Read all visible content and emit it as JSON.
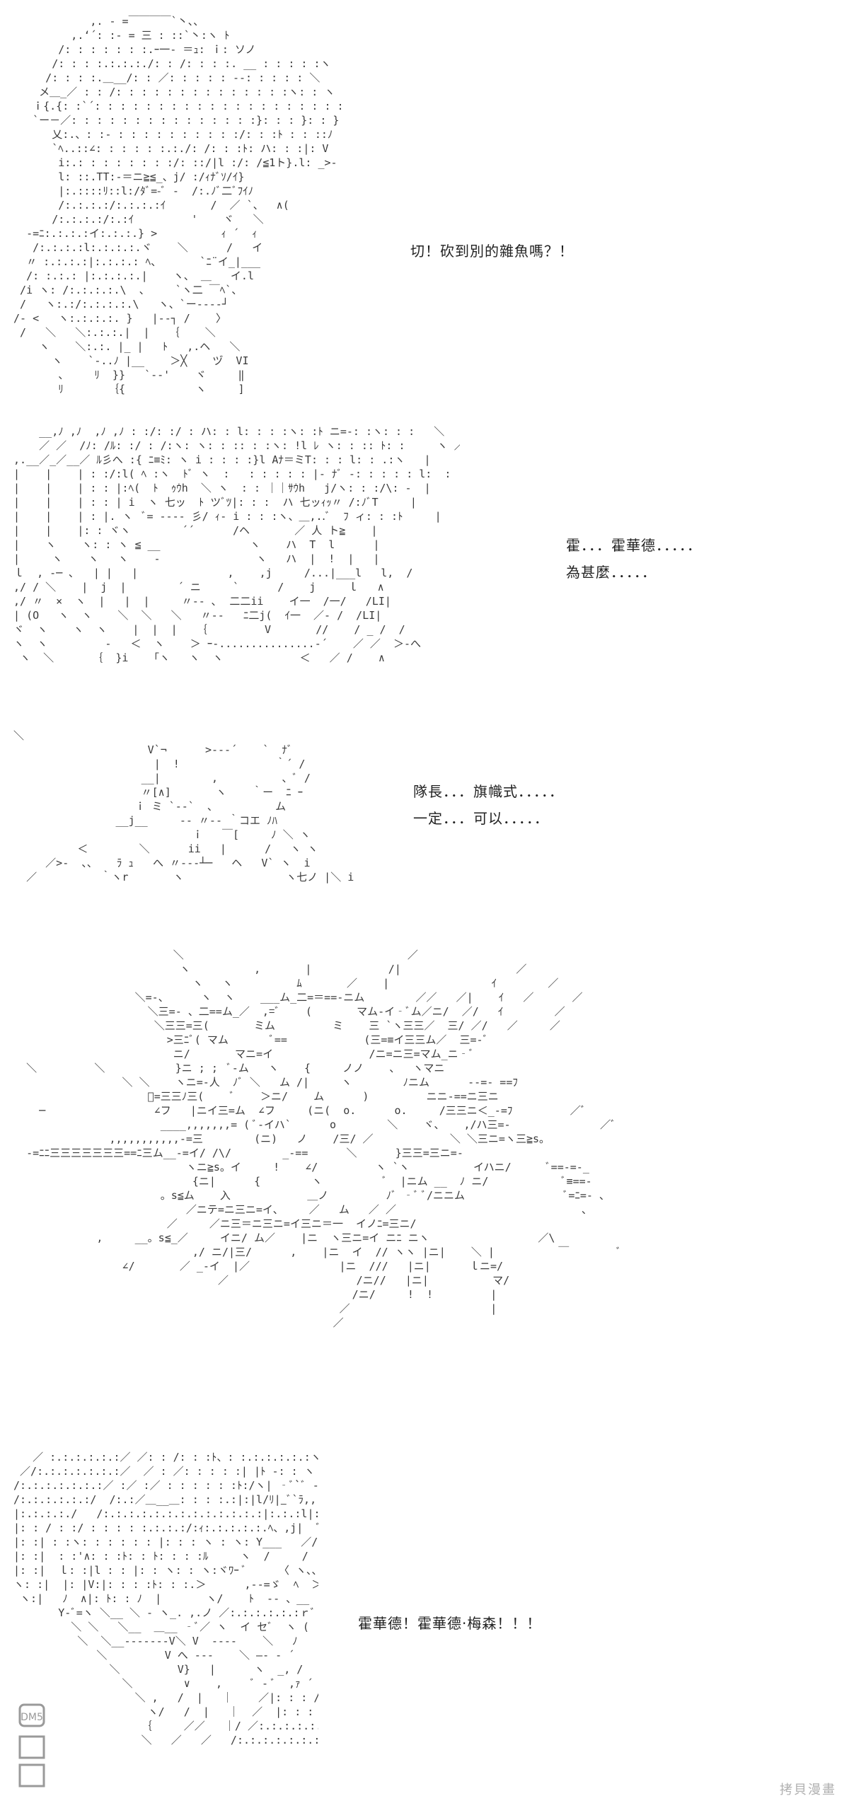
{
  "panels": [
    {
      "id": "panel-1",
      "dialogue": [
        "切！砍到別的雜魚嗎？！"
      ]
    },
    {
      "id": "panel-2",
      "dialogue": [
        "霍．．．霍華德．．．．．",
        "為甚麼．．．．．"
      ]
    },
    {
      "id": "panel-3",
      "dialogue": [
        "隊長．．．旗幟式．．．．．",
        "一定．．．可以．．．．．"
      ]
    },
    {
      "id": "panel-4",
      "dialogue": []
    },
    {
      "id": "panel-5",
      "dialogue": [
        "霍華德！霍華德·梅森！！！"
      ]
    }
  ],
  "watermarks": {
    "left_logo": "DM5",
    "right_text": "拷貝漫畫"
  },
  "colors": {
    "background": "#ffffff",
    "text": "#222222",
    "art": "#3a3a3a",
    "watermark": "#b0b0b0"
  }
}
